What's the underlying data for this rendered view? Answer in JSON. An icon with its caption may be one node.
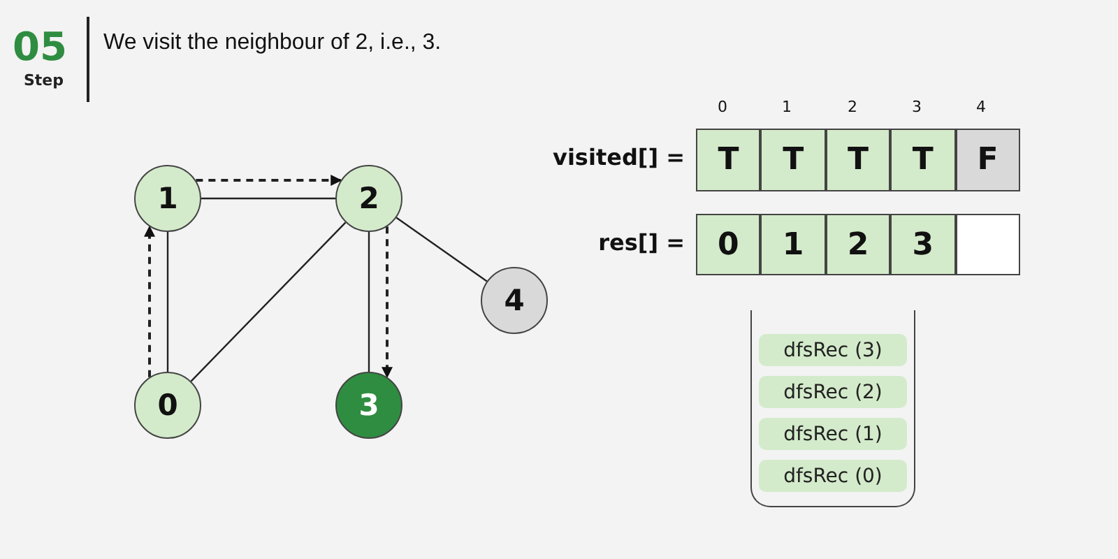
{
  "diagram": {
    "title": "We visit the neighbour of 2, i.e., 3.",
    "nodes": [
      {
        "text": [
          "0"
        ]
      },
      {
        "text": [
          "1"
        ]
      },
      {
        "text": [
          "2"
        ]
      },
      {
        "text": [
          "3"
        ]
      },
      {
        "text": [
          "4"
        ]
      },
      {
        "text": [
          "T"
        ]
      },
      {
        "text": [
          "T"
        ]
      },
      {
        "text": [
          "T"
        ]
      },
      {
        "text": [
          "T"
        ]
      },
      {
        "text": [
          "F"
        ]
      },
      {
        "text": [
          "0"
        ]
      },
      {
        "text": [
          "1"
        ]
      },
      {
        "text": [
          "2"
        ]
      },
      {
        "text": [
          "3"
        ]
      },
      {
        "text": [],
        "shape": "box"
      },
      {
        "text": [],
        "shape": "box"
      },
      {
        "text": [
          "dfsRec (3)"
        ],
        "in": 15
      },
      {
        "text": [
          "dfsRec (2)"
        ],
        "in": 15
      },
      {
        "text": [
          "dfsRec (1)"
        ],
        "in": 15
      },
      {
        "text": [
          "dfsRec (0)"
        ],
        "in": 15
      }
    ],
    "edges": [
      {
        "from": 0,
        "to": 1,
        "arrow": "none"
      },
      {
        "from": 1,
        "to": 2,
        "arrow": "none"
      },
      {
        "from": 0,
        "to": 2,
        "arrow": "none"
      },
      {
        "from": 2,
        "to": 3,
        "arrow": "none"
      },
      {
        "from": 2,
        "to": 4,
        "arrow": "none"
      },
      {
        "from": 0,
        "to": 1,
        "arrow": "to",
        "style": "dashed"
      },
      {
        "from": 1,
        "to": 2,
        "arrow": "to",
        "style": "dashed"
      },
      {
        "from": 2,
        "to": 3,
        "arrow": "to",
        "style": "dashed"
      }
    ],
    "labels": [
      "05",
      "Step",
      "0",
      "1",
      "2",
      "3",
      "4",
      "visited[] =",
      "res[] ="
    ]
  }
}
